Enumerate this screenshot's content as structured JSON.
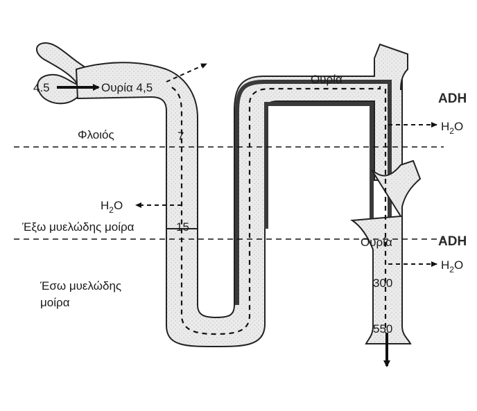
{
  "labels": {
    "inflow_value": "4.5",
    "urea_in": "Ουρία 4,5",
    "cortex": "Φλοιός",
    "value_7": "7",
    "h2o_left_main": "H",
    "h2o_left_sub": "2",
    "h2o_left_tail": "O",
    "outer_medulla": "Έξω μυελώδης μοίρα",
    "value_15": "15",
    "inner_medulla_line1": "Έσω μυελώδης",
    "inner_medulla_line2": "μοίρα",
    "urea_top": "Ουρία",
    "adh_top": "ADH",
    "h2o_right_top_main": "H",
    "h2o_right_top_sub": "2",
    "h2o_right_top_tail": "O",
    "urea_collecting": "Ουρία",
    "adh_bottom": "ADH",
    "h2o_right_bottom_main": "H",
    "h2o_right_bottom_sub": "2",
    "h2o_right_bottom_tail": "O",
    "value_300": "300",
    "value_550": "550"
  }
}
